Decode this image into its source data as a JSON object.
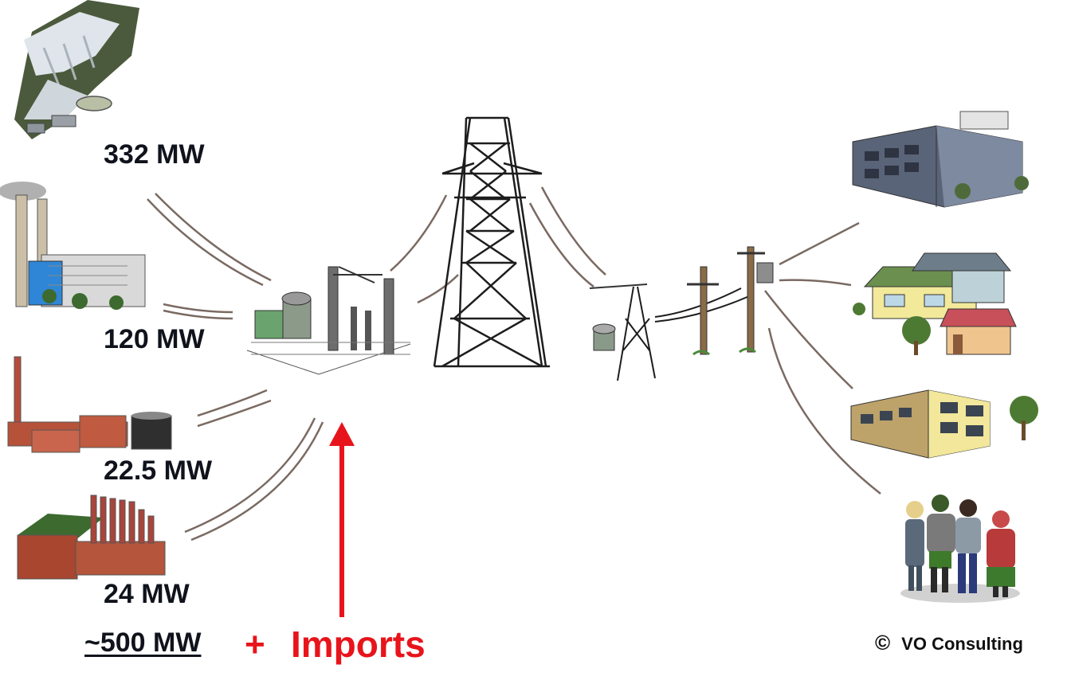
{
  "generators": [
    {
      "name": "hydro",
      "capacity": "332 MW"
    },
    {
      "name": "coal-plant",
      "capacity": "120 MW"
    },
    {
      "name": "sugar-mill",
      "capacity": "22.5 MW"
    },
    {
      "name": "diesel-plant",
      "capacity": "24 MW"
    }
  ],
  "total_capacity": "~500 MW",
  "imports": {
    "plus": "+",
    "label": "Imports"
  },
  "credit": {
    "symbol": "©",
    "owner": "VO Consulting"
  },
  "colors": {
    "accent": "#e8141b",
    "wire": "#7a6a62",
    "text": "#10131c"
  }
}
